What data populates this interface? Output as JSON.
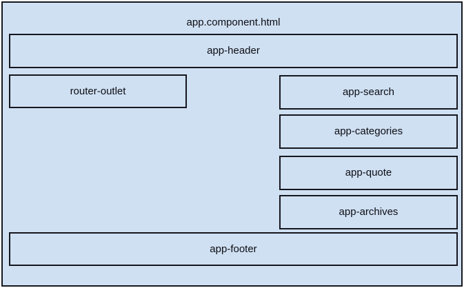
{
  "diagram": {
    "title": "app.component.html",
    "background_color": "#cfe0f3",
    "border_color": "#16161d",
    "text_color": "#0d0d12",
    "blocks": [
      {
        "name": "app-header",
        "label": "app-header"
      },
      {
        "name": "router-outlet",
        "label": "router-outlet"
      },
      {
        "name": "app-search",
        "label": "app-search"
      },
      {
        "name": "app-categories",
        "label": "app-categories"
      },
      {
        "name": "app-quote",
        "label": "app-quote"
      },
      {
        "name": "app-archives",
        "label": "app-archives"
      },
      {
        "name": "app-footer",
        "label": "app-footer"
      }
    ]
  }
}
